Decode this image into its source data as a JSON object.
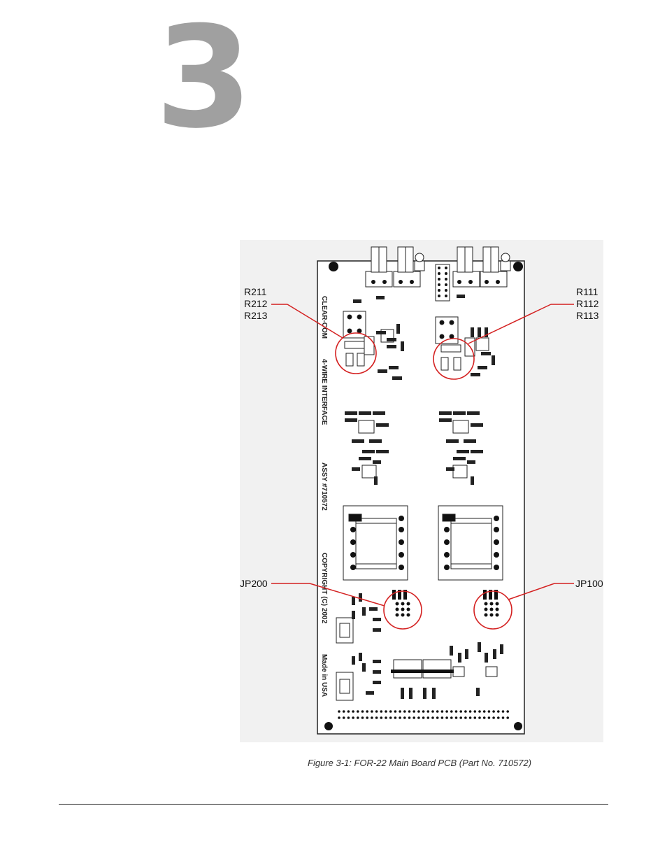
{
  "chapter": {
    "number": "3"
  },
  "figure": {
    "callouts": {
      "r211": "R211",
      "r212": "R212",
      "r213": "R213",
      "r111": "R111",
      "r112": "R112",
      "r113": "R113",
      "jp200": "JP200",
      "jp100": "JP100"
    },
    "board_silkscreen": {
      "brand": "CLEAR-COM",
      "product": "4-WIRE INTERFACE",
      "assembly": "ASSY #710572",
      "copyright": "COPYRIGHT (C) 2002",
      "origin": "Made in USA"
    },
    "caption": "Figure 3-1: FOR-22 Main Board PCB (Part No. 710572)"
  }
}
